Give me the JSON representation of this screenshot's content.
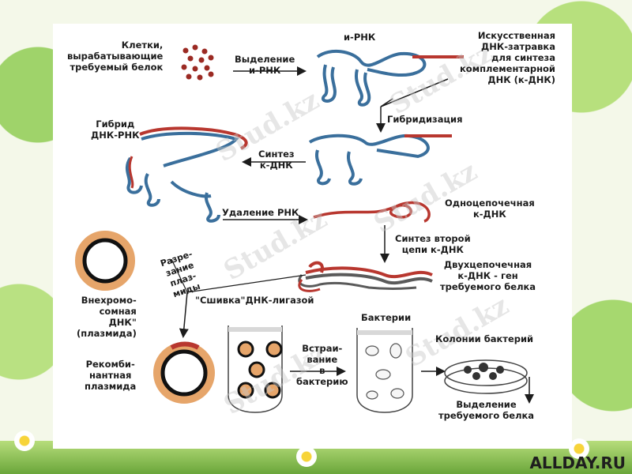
{
  "labels": {
    "cells": "Клетки,\nвырабатывающие\nтребуемый белок",
    "isolate_mrna": "Выделение\nи-РНК",
    "mrna": "и-РНК",
    "primer": "Искусственная\nДНК-затравка\nдля синтеза\nкомплементарной\nДНК (к-ДНК)",
    "hybridization": "Гибридизация",
    "hybrid": "Гибрид\nДНК-РНК",
    "cdna_synthesis": "Синтез\nк-ДНК",
    "remove_rna": "Удаление РНК",
    "single_strand": "Одноцепочечная\nк-ДНК",
    "second_strand": "Синтез второй\nцепи к-ДНК",
    "double_strand": "Двухцепочечная\nк-ДНК - ген\nтребуемого белка",
    "cut_plasmid": "Разре-\nзание\nплаз-\nмиды",
    "ligase": "\"Сшивка\"ДНК-лигазой",
    "plasmid": "Внехромо-\nсомная\nДНК\"\n(плазмида)",
    "recombinant": "Рекомби-\nнантная\nплазмида",
    "insert": "Встраи-\nвание\nв\nбактерию",
    "bacteria": "Бактерии",
    "colonies": "Колонии бактерий",
    "isolate_protein": "Выделение\nтребуемого белка"
  },
  "watermark": "Stud.kz",
  "brand": "ALLDAY.RU",
  "colors": {
    "rna": "#3a6f9c",
    "dna": "#b8372f",
    "dna2": "#5a5a5a",
    "plasmid_outer": "#e6a56a",
    "ink": "#1c1c1c"
  }
}
